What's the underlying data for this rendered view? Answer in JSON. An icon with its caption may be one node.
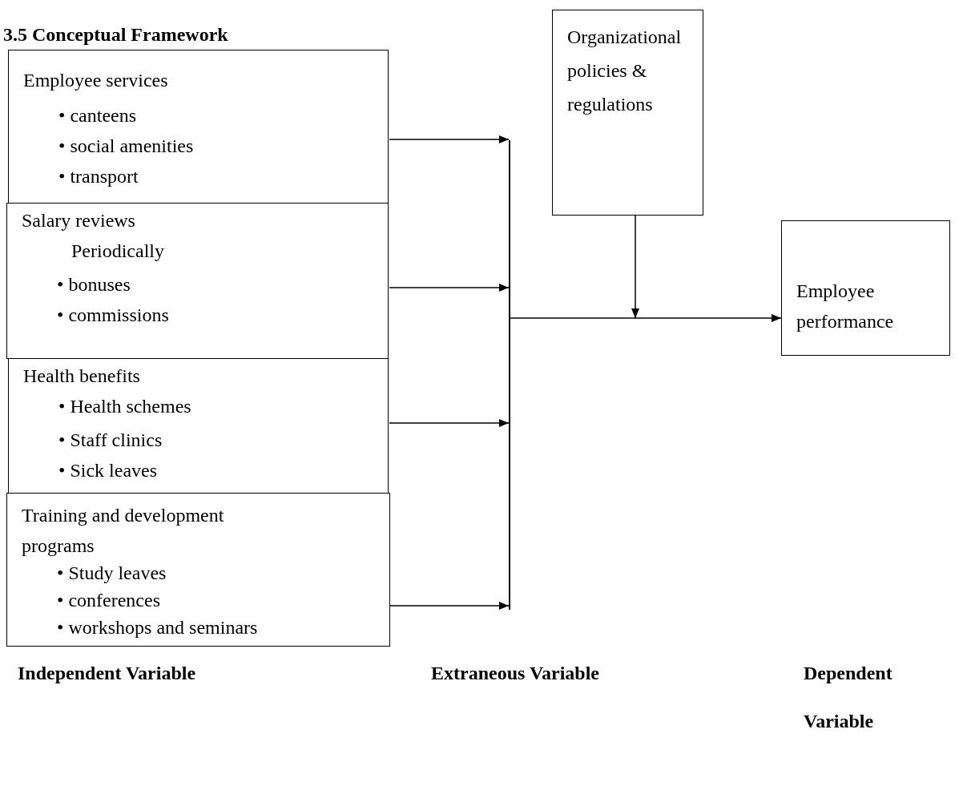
{
  "diagram": {
    "title": "3.5 Conceptual Framework",
    "nodes": [
      {
        "text": [
          "Employee services",
          "• canteens",
          "• social amenities",
          "• transport"
        ]
      },
      {
        "text": [
          "Salary reviews",
          "Periodically",
          "• bonuses",
          "• commissions"
        ]
      },
      {
        "text": [
          "Health benefits",
          "• Health schemes",
          "• Staff clinics",
          "• Sick leaves"
        ]
      },
      {
        "text": [
          "Training and development programs",
          "• Study leaves",
          "• conferences",
          "• workshops and seminars"
        ]
      },
      {
        "text": [],
        "shape": "bar"
      },
      {
        "text": [
          "Organizational policies & regulations"
        ]
      },
      {
        "text": [
          "Employee performance"
        ]
      }
    ],
    "edges": [
      {
        "from": 0,
        "to": 4,
        "arrow": "to"
      },
      {
        "from": 1,
        "to": 4,
        "arrow": "to"
      },
      {
        "from": 2,
        "to": 4,
        "arrow": "to"
      },
      {
        "from": 3,
        "to": 4,
        "arrow": "to"
      },
      {
        "from": 4,
        "to": 6,
        "arrow": "to"
      },
      {
        "from": 5,
        "to": null,
        "arrow": "to"
      }
    ],
    "labels": [
      "Independent Variable",
      "Extraneous Variable",
      "Dependent Variable"
    ]
  }
}
